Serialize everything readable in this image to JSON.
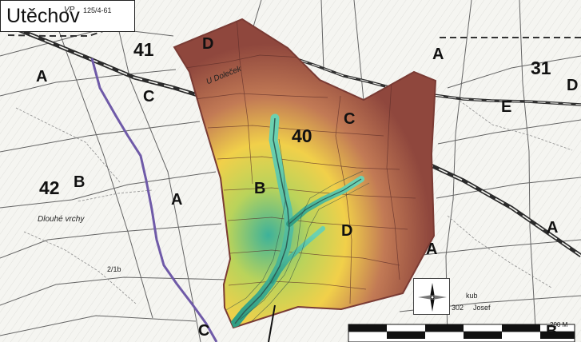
{
  "title": "Utěchov",
  "scale_label": "200 M",
  "labels": {
    "vp_top": "VP",
    "vp_top_note": "125/4-61",
    "u_dolecku": "U Doleček",
    "dlouhe_vrchy": "Dlouhé vrchy",
    "dlouhe_vrchy_note": "2/1b",
    "stand_a_nw": "A",
    "stand_c_west": "C",
    "stand_d_top": "D",
    "stand_c_center": "C",
    "stand_b_center": "B",
    "stand_d_center": "D",
    "stand_a_mid": "A",
    "stand_a_east": "A",
    "stand_a_ne": "A",
    "stand_e": "E",
    "stand_d_ne": "D",
    "stand_b_42": "B",
    "stand_c_bottom": "C",
    "stand_b_bottom": "B",
    "stand_a_se": "A",
    "unit_41": "41",
    "unit_40": "40",
    "unit_31": "31",
    "unit_42": "42",
    "kub_note": "kub",
    "kub_note_2": "302",
    "kub_note_3": "Josef"
  },
  "colors": {
    "outline_dark": "#7a3b34",
    "outline_mid": "#a0564a",
    "warm_yellow": "#f1d04a",
    "stream_green": "#33b49b",
    "road_purple": "#6f5aa8"
  }
}
